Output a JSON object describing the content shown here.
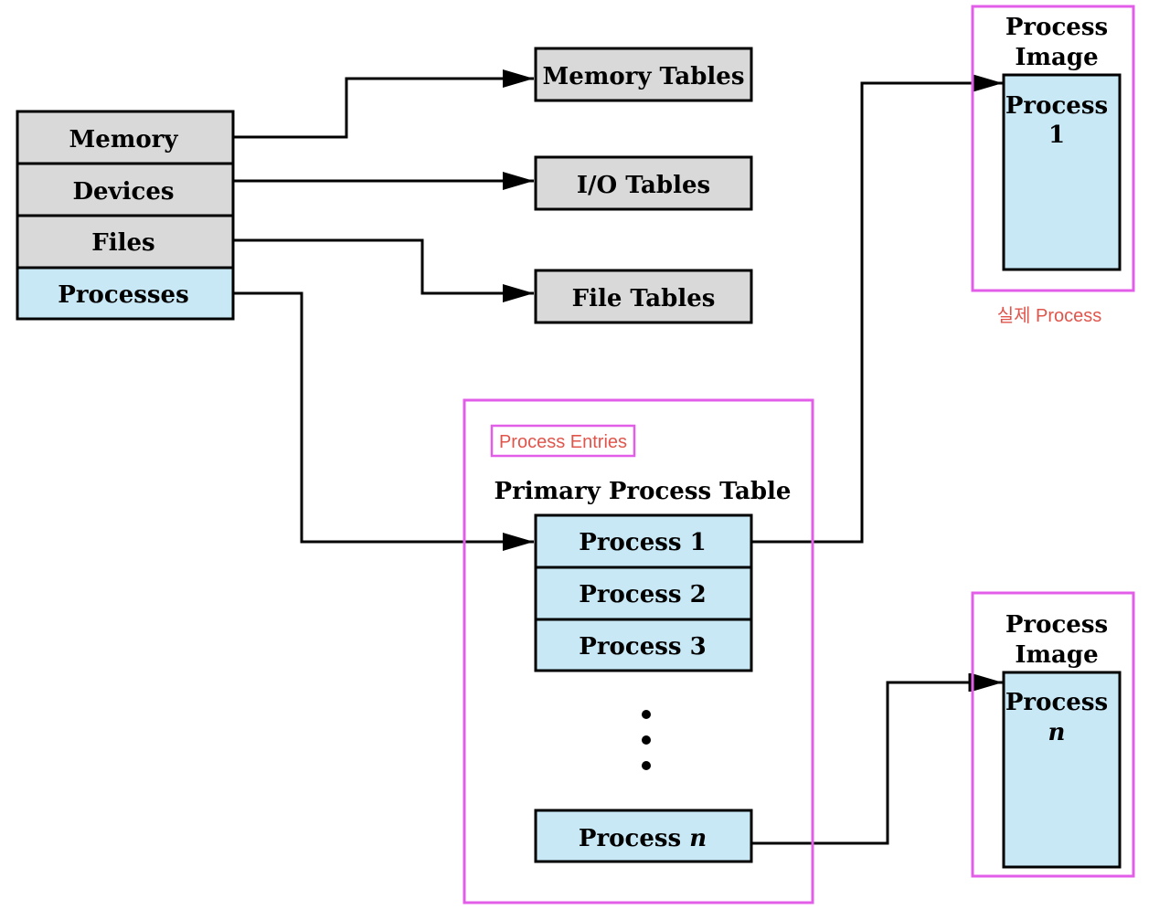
{
  "colors": {
    "gray_fill": "#d9d9d9",
    "blue_fill": "#c9e8f6",
    "stroke": "#000000",
    "highlight": "#e35ee8",
    "note_text": "#e0554b"
  },
  "os_tables": {
    "memory": "Memory",
    "devices": "Devices",
    "files": "Files",
    "processes": "Processes"
  },
  "tables": {
    "memory_tables": "Memory Tables",
    "io_tables": "I/O Tables",
    "file_tables": "File Tables"
  },
  "primary_table": {
    "title": "Primary Process Table",
    "rows": [
      "Process 1",
      "Process 2",
      "Process 3"
    ],
    "last_row_prefix": "Process ",
    "last_row_var": "n"
  },
  "image_1": {
    "title_line1": "Process",
    "title_line2": "Image",
    "inner_line1": "Process",
    "inner_line2": "1"
  },
  "image_n": {
    "title_line1": "Process",
    "title_line2": "Image",
    "inner_line1": "Process",
    "inner_line2": "n"
  },
  "annotations": {
    "process_entries": "Process Entries",
    "actual_process": "실제 Process"
  }
}
